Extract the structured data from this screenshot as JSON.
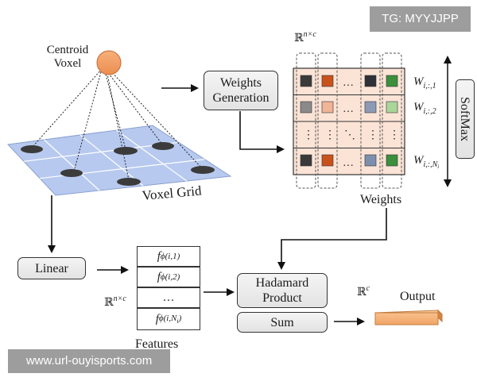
{
  "watermark_tg": "TG: MYYJJPP",
  "watermark_url": "www.url-ouyisports.com",
  "labels": {
    "centroid_voxel_line1": "Centroid",
    "centroid_voxel_line2": "Voxel",
    "voxel_grid": "Voxel Grid",
    "weights_generation_line1": "Weights",
    "weights_generation_line2": "Generation",
    "linear": "Linear",
    "hadamard_line1": "Hadamard",
    "hadamard_line2": "Product",
    "sum": "Sum",
    "softmax": "SoftMax",
    "weights": "Weights",
    "features": "Features",
    "output": "Output",
    "rnc_weights": "ℝ",
    "rnc_weights_sup": "n×c",
    "rnc_features": "ℝ",
    "rnc_features_sup": "n×c",
    "rc_output": "ℝ",
    "rc_output_sup": "c",
    "ellipsis": "…",
    "vdots": "⋮",
    "ddots": "⋱"
  },
  "weight_rows": [
    {
      "label": "W",
      "sub": "i,:,1",
      "colors": [
        "#3a3a3a",
        "#c9521b",
        "#2f3038",
        "#3c8f3c"
      ]
    },
    {
      "label": "W",
      "sub": "i,:,2",
      "colors": [
        "#8a8a8a",
        "#f0b497",
        "#8c9bb5",
        "#a9d69a"
      ]
    },
    {
      "label": "W",
      "sub": "i,:,N",
      "subsub": "i",
      "colors": [
        "#3a3a3a",
        "#c9521b",
        "#7d8fae",
        "#3c8f3c"
      ]
    }
  ],
  "features": [
    {
      "f": "f",
      "sub": "ϕ(i,1)"
    },
    {
      "f": "f",
      "sub": "ϕ(i,2)"
    },
    {
      "f": "…",
      "sub": ""
    },
    {
      "f": "f",
      "sub": "ϕ(i,N",
      "subsub": "i",
      "close": ")"
    }
  ]
}
